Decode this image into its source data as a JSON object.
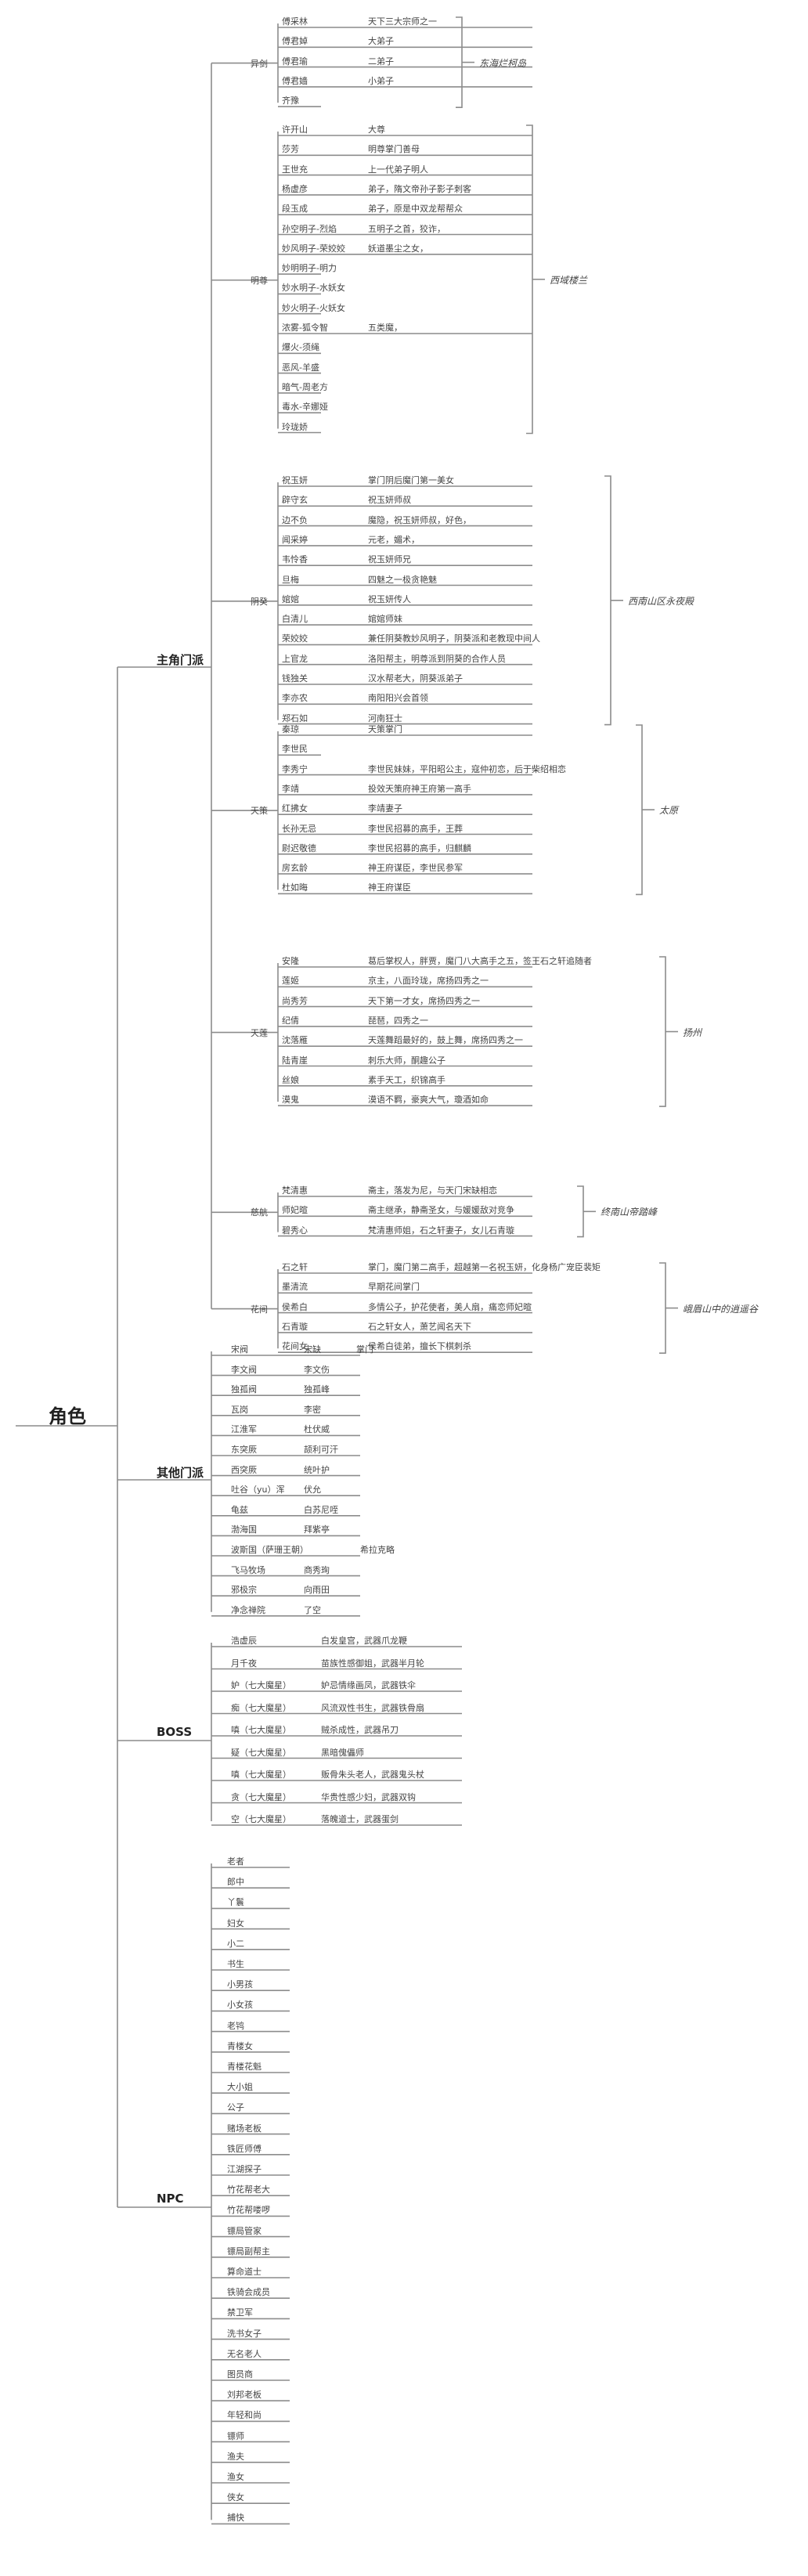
{
  "root": "角色",
  "categories": {
    "main": {
      "label": "主角门派",
      "sects": [
        {
          "name": "异剑",
          "place": "东海烂柯岛",
          "members": [
            {
              "name": "傅采林",
              "desc": "天下三大宗师之一"
            },
            {
              "name": "傅君婥",
              "desc": "大弟子"
            },
            {
              "name": "傅君瑜",
              "desc": "二弟子"
            },
            {
              "name": "傅君嫱",
              "desc": "小弟子"
            },
            {
              "name": "齐豫",
              "desc": ""
            }
          ]
        },
        {
          "name": "明尊",
          "place": "西域楼兰",
          "members": [
            {
              "name": "许开山",
              "desc": "大尊"
            },
            {
              "name": "莎芳",
              "desc": "明尊掌门善母"
            },
            {
              "name": "王世充",
              "desc": "上一代弟子明人"
            },
            {
              "name": "杨虚彦",
              "desc": "弟子，隋文帝孙子影子刺客"
            },
            {
              "name": "段玉成",
              "desc": "弟子，原是中双龙帮帮众"
            },
            {
              "name": "孙空明子-烈焰",
              "desc": "五明子之首，狡诈，"
            },
            {
              "name": "妙风明子-荣姣姣",
              "desc": "妖道墨尘之女，"
            },
            {
              "name": "妙明明子-明力",
              "desc": ""
            },
            {
              "name": "妙水明子-水妖女",
              "desc": ""
            },
            {
              "name": "妙火明子-火妖女",
              "desc": ""
            },
            {
              "name": "浓雾-狐令智",
              "desc": "五类魔，"
            },
            {
              "name": "爆火-须绳",
              "desc": ""
            },
            {
              "name": "恶风-羊盛",
              "desc": ""
            },
            {
              "name": "暗气-周老方",
              "desc": ""
            },
            {
              "name": "毒水-辛娜娅",
              "desc": ""
            },
            {
              "name": "玲珑娇",
              "desc": ""
            }
          ]
        },
        {
          "name": "阴癸",
          "place": "西南山区永夜殿",
          "members": [
            {
              "name": "祝玉妍",
              "desc": "掌门阴后魔门第一美女"
            },
            {
              "name": "辟守玄",
              "desc": "祝玉妍师叔"
            },
            {
              "name": "边不负",
              "desc": "魔隐，祝玉妍师叔，好色，"
            },
            {
              "name": "闻采婷",
              "desc": "元老，媚术，"
            },
            {
              "name": "韦怜香",
              "desc": "祝玉妍师兄"
            },
            {
              "name": "旦梅",
              "desc": "四魅之一极贪艳魅"
            },
            {
              "name": "婠婠",
              "desc": "祝玉妍传人"
            },
            {
              "name": "白清儿",
              "desc": "婠婠师妹"
            },
            {
              "name": "荣姣姣",
              "desc": "兼任阴葵教妙风明子，阴葵派和老教现中间人"
            },
            {
              "name": "上官龙",
              "desc": "洛阳帮主，明尊派到阴葵的合作人员"
            },
            {
              "name": "钱独关",
              "desc": "汉水帮老大，阴葵派弟子"
            },
            {
              "name": "李亦农",
              "desc": "南阳阳兴会首领"
            },
            {
              "name": "郑石如",
              "desc": "河南狂士"
            }
          ]
        },
        {
          "name": "天策",
          "place": "太原",
          "members": [
            {
              "name": "秦琼",
              "desc": "天策掌门"
            },
            {
              "name": "李世民",
              "desc": ""
            },
            {
              "name": "李秀宁",
              "desc": "李世民妹妹，平阳昭公主，寇仲初恋，后于柴绍相恋"
            },
            {
              "name": "李靖",
              "desc": "投效天策府神王府第一高手"
            },
            {
              "name": "红拂女",
              "desc": "李靖妻子"
            },
            {
              "name": "长孙无忌",
              "desc": "李世民招募的高手，王葬"
            },
            {
              "name": "尉迟敬德",
              "desc": "李世民招募的高手，归麒麟"
            },
            {
              "name": "房玄龄",
              "desc": "神王府谋臣，李世民参军"
            },
            {
              "name": "杜如晦",
              "desc": "神王府谋臣"
            }
          ]
        },
        {
          "name": "天莲",
          "place": "扬州",
          "members": [
            {
              "name": "安隆",
              "desc": "葛后掌权人，胖贾，魔门八大高手之五，签王石之轩追随者"
            },
            {
              "name": "莲姬",
              "desc": "京主，八面玲珑，席扬四秀之一"
            },
            {
              "name": "尚秀芳",
              "desc": "天下第一才女，席扬四秀之一"
            },
            {
              "name": "纪倩",
              "desc": "琵琶，四秀之一"
            },
            {
              "name": "沈落雁",
              "desc": "天莲舞蹈最好的，鼓上舞，席扬四秀之一"
            },
            {
              "name": "陆青崖",
              "desc": "刺乐大师，酮趣公子"
            },
            {
              "name": "丝娘",
              "desc": "素手天工，织锦高手"
            },
            {
              "name": "漠鬼",
              "desc": "漠语不羁，豪爽大气，瓊酒如命"
            }
          ]
        },
        {
          "name": "慈航",
          "place": "终南山帝踏峰",
          "members": [
            {
              "name": "梵清惠",
              "desc": "斋主，落发为尼，与天门宋缺相恋"
            },
            {
              "name": "师妃暄",
              "desc": "斋主继承，静斋圣女，与媛媛敌对竞争"
            },
            {
              "name": "碧秀心",
              "desc": "梵清惠师姐，石之轩妻子，女儿石青璇"
            }
          ]
        },
        {
          "name": "花间",
          "place": "峨眉山中的逍遥谷",
          "members": [
            {
              "name": "石之轩",
              "desc": "掌门，魔门第二高手，超越第一名祝玉妍，化身杨广宠臣裴矩"
            },
            {
              "name": "墨清流",
              "desc": "早期花间掌门"
            },
            {
              "name": "侯希白",
              "desc": "多情公子，护花使者，美人扇，痛恋师妃暄"
            },
            {
              "name": "石青璇",
              "desc": "石之轩女人，萧艺闻名天下"
            },
            {
              "name": "花间女",
              "desc": "侯希白徒弟，擅长下棋刺杀"
            }
          ]
        }
      ]
    },
    "other": {
      "label": "其他门派",
      "items": [
        {
          "name": "宋阀",
          "desc": "宋缺",
          "desc2": "掌门"
        },
        {
          "name": "李文阀",
          "desc": "李文伤",
          "desc2": ""
        },
        {
          "name": "独孤阀",
          "desc": "独孤峰",
          "desc2": ""
        },
        {
          "name": "瓦岗",
          "desc": "李密",
          "desc2": ""
        },
        {
          "name": "江淮军",
          "desc": "杜伏威",
          "desc2": ""
        },
        {
          "name": "东突厥",
          "desc": "颉利可汗",
          "desc2": ""
        },
        {
          "name": "西突厥",
          "desc": "统叶护",
          "desc2": ""
        },
        {
          "name": "吐谷（yu）浑",
          "desc": "伏允",
          "desc2": ""
        },
        {
          "name": "龟兹",
          "desc": "白苏尼咥",
          "desc2": ""
        },
        {
          "name": "渤海国",
          "desc": "拜紫亭",
          "desc2": ""
        },
        {
          "name": "波斯国（萨珊王朝）",
          "desc": "希拉克略",
          "desc2": ""
        },
        {
          "name": "飞马牧场",
          "desc": "商秀珣",
          "desc2": ""
        },
        {
          "name": "邪极宗",
          "desc": "向雨田",
          "desc2": ""
        },
        {
          "name": "净念禅院",
          "desc": "了空",
          "desc2": ""
        }
      ]
    },
    "boss": {
      "label": "BOSS",
      "items": [
        {
          "name": "浩虚辰",
          "desc": "白发皇宫，武器爪龙鞭"
        },
        {
          "name": "月千夜",
          "desc": "苗族性感御姐，武器半月轮"
        },
        {
          "name": "妒（七大魔星）",
          "desc": "妒忌情缘画凤，武器铁伞"
        },
        {
          "name": "痴（七大魔星）",
          "desc": "风流双性书生，武器铁骨扇"
        },
        {
          "name": "嗔（七大魔星）",
          "desc": "贼杀成性，武器吊刀"
        },
        {
          "name": "疑（七大魔星）",
          "desc": "黑暗傀儡师"
        },
        {
          "name": "嗔（七大魔星）",
          "desc": "贩骨朱头老人，武器鬼头杖"
        },
        {
          "name": "贪（七大魔星）",
          "desc": "华贵性感少妇，武器双钩"
        },
        {
          "name": "空（七大魔星）",
          "desc": "落魄道士，武器蛋剑"
        }
      ]
    },
    "npc": {
      "label": "NPC",
      "items": [
        "老者",
        "郎中",
        "丫鬟",
        "妇女",
        "小二",
        "书生",
        "小男孩",
        "小女孩",
        "老鸨",
        "青楼女",
        "青楼花魁",
        "大小姐",
        "公子",
        "赌场老板",
        "铁匠师傅",
        "江湖探子",
        "竹花帮老大",
        "竹花帮喽啰",
        "镖局管家",
        "镖局副帮主",
        "算命道士",
        "铁骑会成员",
        "禁卫军",
        "洗书女子",
        "无名老人",
        "图员商",
        "刘邦老板",
        "年轻和尚",
        "镖师",
        "渔夫",
        "渔女",
        "侠女",
        "捕快"
      ]
    }
  }
}
